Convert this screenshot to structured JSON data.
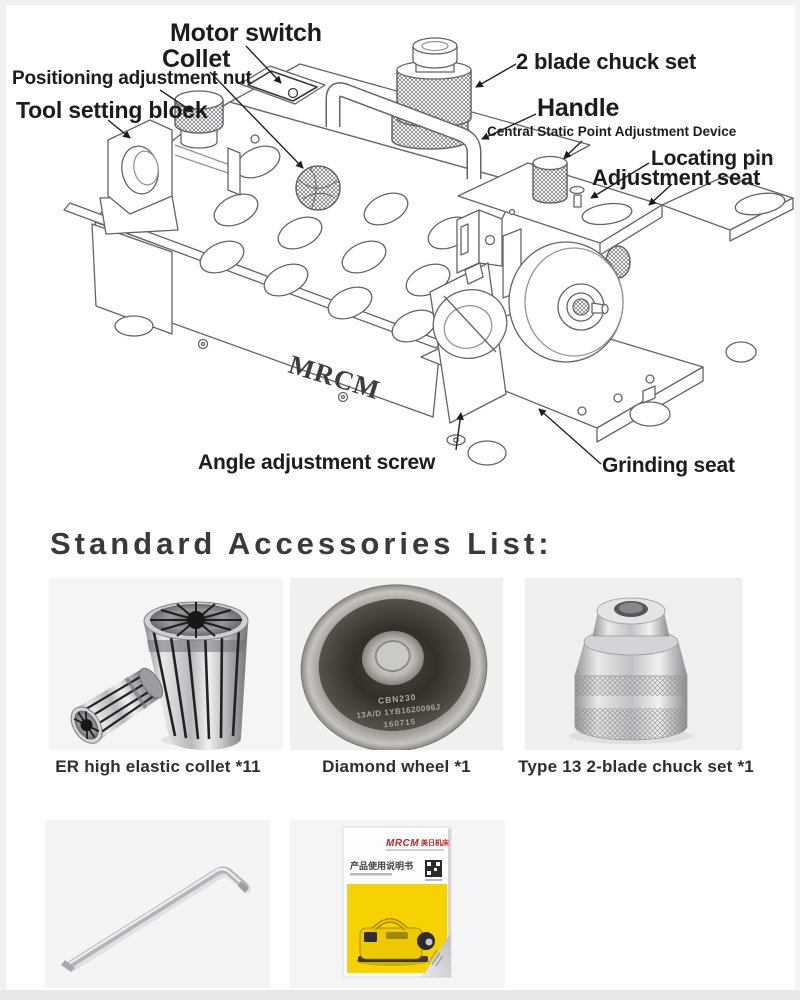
{
  "diagram": {
    "brand_logo": "MRCM",
    "labels": [
      {
        "id": "motor-switch",
        "text": "Motor switch"
      },
      {
        "id": "collet",
        "text": "Collet"
      },
      {
        "id": "positioning-adjustment-nut",
        "text": "Positioning adjustment nut"
      },
      {
        "id": "tool-setting-block",
        "text": "Tool setting block"
      },
      {
        "id": "two-blade-chuck-set",
        "text": "2 blade chuck set"
      },
      {
        "id": "handle",
        "text": "Handle"
      },
      {
        "id": "central-static-point-adjustment-device",
        "text": "Central Static Point Adjustment Device"
      },
      {
        "id": "locating-pin",
        "text": "Locating pin"
      },
      {
        "id": "adjustment-seat",
        "text": "Adjustment seat"
      },
      {
        "id": "angle-adjustment-screw",
        "text": "Angle adjustment screw"
      },
      {
        "id": "grinding-seat",
        "text": "Grinding seat"
      }
    ]
  },
  "accessories": {
    "heading": "Standard Accessories List:",
    "items": [
      {
        "name": "er-collet",
        "caption": "ER high elastic collet *11"
      },
      {
        "name": "diamond-wheel",
        "caption": "Diamond wheel *1",
        "engraving": [
          "CBN230",
          "13A/D 1YB1620096J",
          "160715"
        ]
      },
      {
        "name": "chuck-set",
        "caption": "Type 13 2-blade chuck set *1"
      },
      {
        "name": "hex-wrench"
      },
      {
        "name": "manual",
        "cover": {
          "brand": "MRCM",
          "brand_cn": "美日机床",
          "title_cn": "产品使用说明书"
        }
      }
    ]
  },
  "colors": {
    "accent_yellow": "#f6d200",
    "brand_red": "#c4231f",
    "line_art": "#606166",
    "label_text": "#1c1c1e"
  }
}
